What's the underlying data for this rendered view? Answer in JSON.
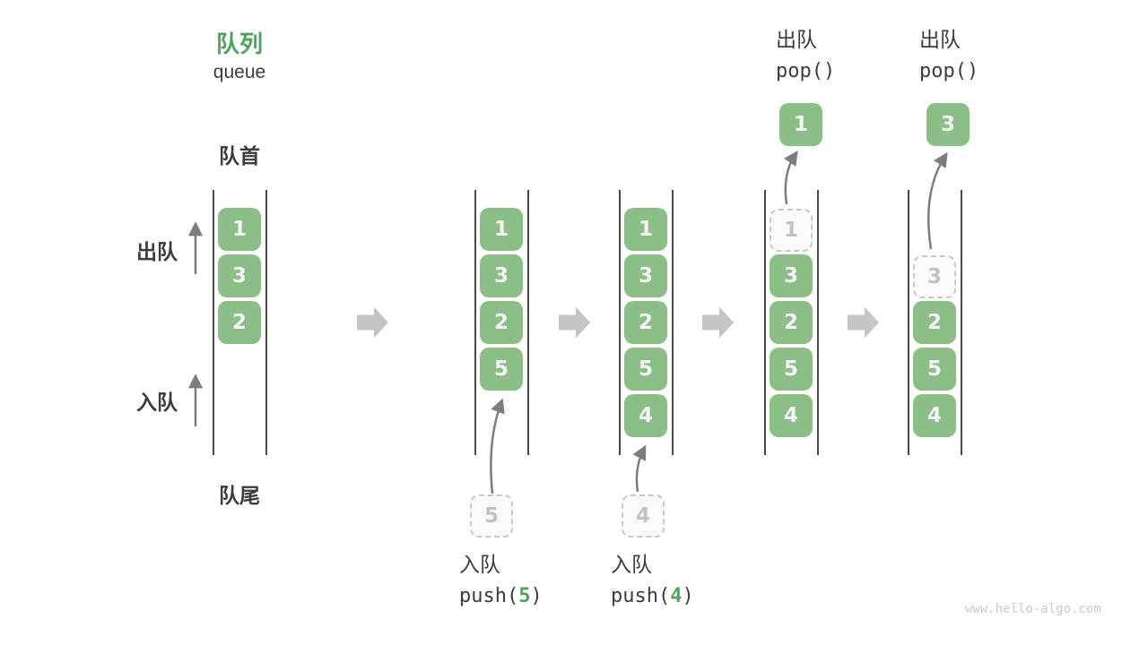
{
  "watermark": "www.hello-algo.com",
  "legend": {
    "title_zh": "队列",
    "title_en": "queue",
    "front": "队首",
    "rear": "队尾",
    "dequeue": "出队",
    "enqueue": "入队"
  },
  "ops": {
    "push5": {
      "action": "入队",
      "call_pre": "push(",
      "arg": "5",
      "call_post": ")"
    },
    "push4": {
      "action": "入队",
      "call_pre": "push(",
      "arg": "4",
      "call_post": ")"
    },
    "pop1": {
      "action": "出队",
      "call": "pop()",
      "popped": "1"
    },
    "pop3": {
      "action": "出队",
      "call": "pop()",
      "popped": "3"
    }
  },
  "states": [
    {
      "boxes": [
        {
          "v": "1"
        },
        {
          "v": "3"
        },
        {
          "v": "2"
        }
      ]
    },
    {
      "boxes": [
        {
          "v": "1"
        },
        {
          "v": "3"
        },
        {
          "v": "2"
        },
        {
          "v": "5"
        }
      ],
      "incoming": "5"
    },
    {
      "boxes": [
        {
          "v": "1"
        },
        {
          "v": "3"
        },
        {
          "v": "2"
        },
        {
          "v": "5"
        },
        {
          "v": "4"
        }
      ],
      "incoming": "4"
    },
    {
      "boxes": [
        {
          "v": "1",
          "dashed": true
        },
        {
          "v": "3"
        },
        {
          "v": "2"
        },
        {
          "v": "5"
        },
        {
          "v": "4"
        }
      ]
    },
    {
      "boxes": [
        {
          "v": "3",
          "dashed": true
        },
        {
          "v": "2"
        },
        {
          "v": "5"
        },
        {
          "v": "4"
        }
      ]
    }
  ],
  "colors": {
    "box_green": "#8CBE87",
    "accent_green": "#4EA35C",
    "text_dark": "#3C3C3C",
    "thin_arrow": "#7D7D7D",
    "block_arrow": "#C5C5C5",
    "dashed_gray": "#C9C9C9",
    "wall_line": "#4A4A4A"
  }
}
